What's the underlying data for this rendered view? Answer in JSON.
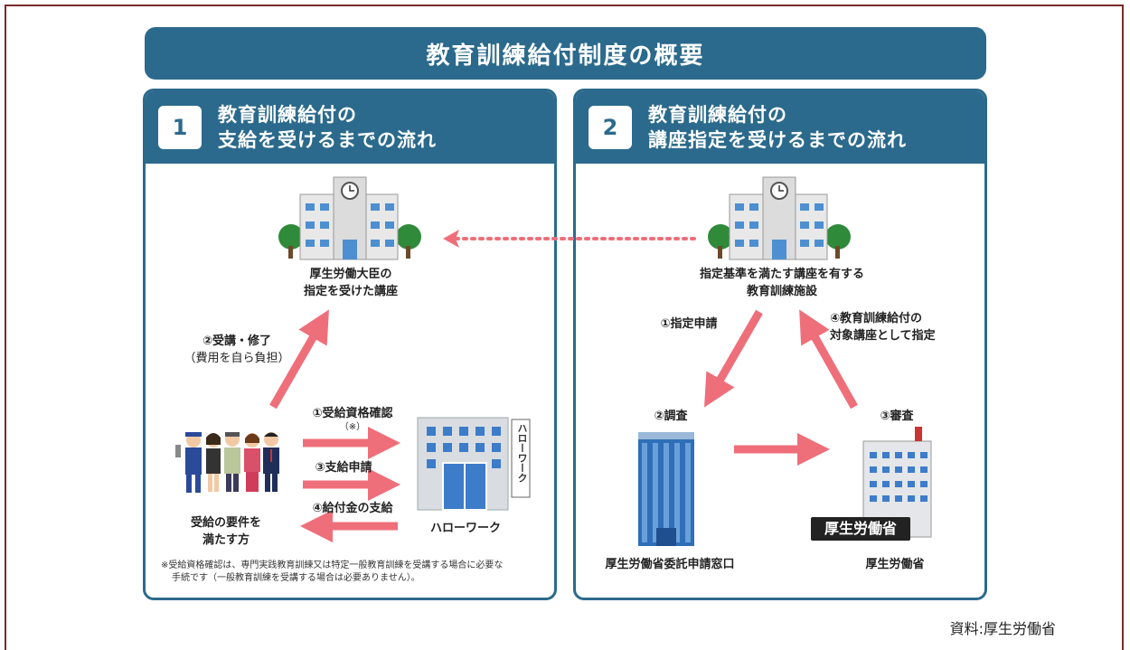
{
  "header": {
    "title": "教育訓練給付制度の概要"
  },
  "panel1": {
    "number": "1",
    "title_line1": "教育訓練給付の",
    "title_line2": "支給を受けるまでの流れ",
    "course_label_line1": "厚生労働大臣の",
    "course_label_line2": "指定を受けた講座",
    "step2_label": "②受講・修了",
    "step2_sub": "（費用を自ら負担）",
    "step1_label": "①受給資格確認",
    "step1_sub": "（※）",
    "step3_label": "③支給申請",
    "step4_label": "④給付金の支給",
    "people_label_line1": "受給の要件を",
    "people_label_line2": "満たす方",
    "hellowork_label": "ハローワーク",
    "hellowork_sign": "ハローワーク",
    "footnote_line1": "※受給資格確認は、専門実践教育訓練又は特定一般教育訓練を受講する場合に必要な",
    "footnote_line2": "手続です（一般教育訓練を受講する場合は必要ありません）。"
  },
  "panel2": {
    "number": "2",
    "title_line1": "教育訓練給付の",
    "title_line2": "講座指定を受けるまでの流れ",
    "facility_label_line1": "指定基準を満たす講座を有する",
    "facility_label_line2": "教育訓練施設",
    "step1_label": "①指定申請",
    "step4_label_line1": "④教育訓練給付の",
    "step4_label_line2": "対象講座として指定",
    "step2_label": "②調査",
    "step3_label": "③審査",
    "window_label": "厚生労働省委託申請窓口",
    "ministry_label": "厚生労働省",
    "ministry_sign": "厚生労働省"
  },
  "credit": "資料:厚生労働省",
  "colors": {
    "navy": "#2b6a8c",
    "arrow": "#ee6f7a",
    "frame": "#7a2a2a"
  }
}
